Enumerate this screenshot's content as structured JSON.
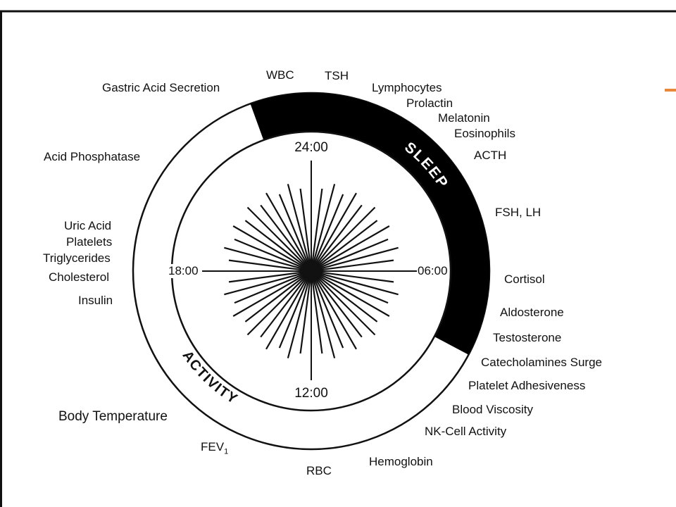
{
  "clock": {
    "top": "24:00",
    "right": "06:00",
    "bottom": "12:00",
    "left": "18:00"
  },
  "bands": {
    "sleep": "SLEEP",
    "activity": "ACTIVITY"
  },
  "labels": {
    "wbc": "WBC",
    "tsh": "TSH",
    "gastric": "Gastric Acid Secretion",
    "lymphocytes": "Lymphocytes",
    "prolactin": "Prolactin",
    "melatonin": "Melatonin",
    "eosinophils": "Eosinophils",
    "acth": "ACTH",
    "acid_phosphatase": "Acid Phosphatase",
    "fsh_lh": "FSH, LH",
    "uric_acid": "Uric Acid",
    "platelets": "Platelets",
    "triglycerides": "Triglycerides",
    "cholesterol": "Cholesterol",
    "cortisol": "Cortisol",
    "insulin": "Insulin",
    "aldosterone": "Aldosterone",
    "testosterone": "Testosterone",
    "catecholamines": "Catecholamines Surge",
    "platelet_adhesiveness": "Platelet Adhesiveness",
    "blood_viscosity": "Blood Viscosity",
    "body_temperature": "Body Temperature",
    "nk_cell": "NK-Cell Activity",
    "fev1": "FEV",
    "fev1_sub": "1",
    "hemoglobin": "Hemoglobin",
    "rbc": "RBC"
  },
  "colors": {
    "ink": "#111111",
    "sleep_band": "#000000",
    "accent": "#e8883a"
  }
}
